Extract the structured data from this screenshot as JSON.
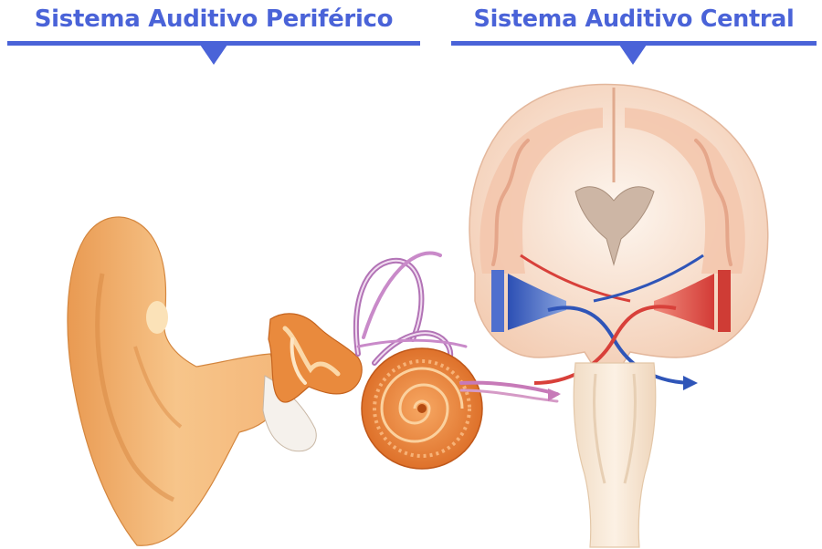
{
  "headings": {
    "peripheral": "Sistema Auditivo Periférico",
    "central": "Sistema Auditivo Central"
  },
  "colors": {
    "heading_blue": "#4a63d8",
    "skin": "#f2b676",
    "cochlea": "#e9803a",
    "brain_tissue": "#f6d6c3",
    "white_matter": "#fbf2ea",
    "pathway_red": "#d8403a",
    "pathway_blue": "#2f55b8",
    "nerve_purple": "#b273b6"
  },
  "icons": [
    "ear-illustration",
    "cochlea-icon",
    "brain-section-illustration"
  ]
}
